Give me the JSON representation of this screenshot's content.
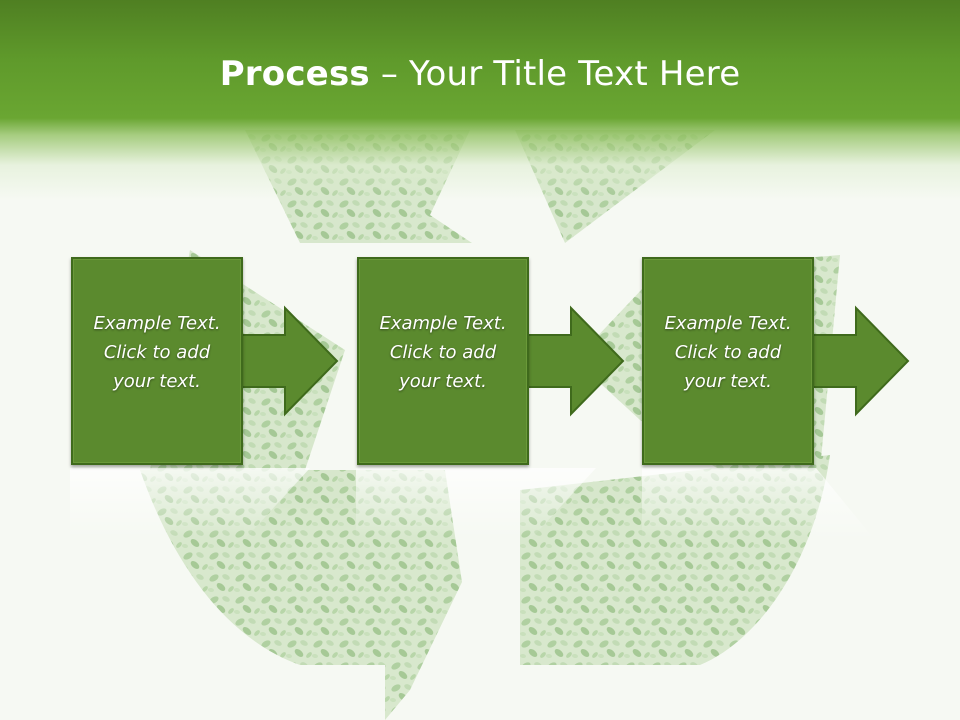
{
  "slide": {
    "title_bold": "Process",
    "title_rest": " – Your Title Text Here",
    "background_image": "recycle-symbol-leaves",
    "accent_color": "#5b8a2e",
    "header_color": "#5f9a2b"
  },
  "steps": [
    {
      "text": "Example Text.\nClick  to add\nyour text.",
      "connector_icon": "arrow-right-icon"
    },
    {
      "text": "Example Text.\nClick  to add\nyour text.",
      "connector_icon": "arrow-right-icon"
    },
    {
      "text": "Example Text.\nClick  to add\nyour text.",
      "connector_icon": "arrow-right-icon"
    }
  ]
}
